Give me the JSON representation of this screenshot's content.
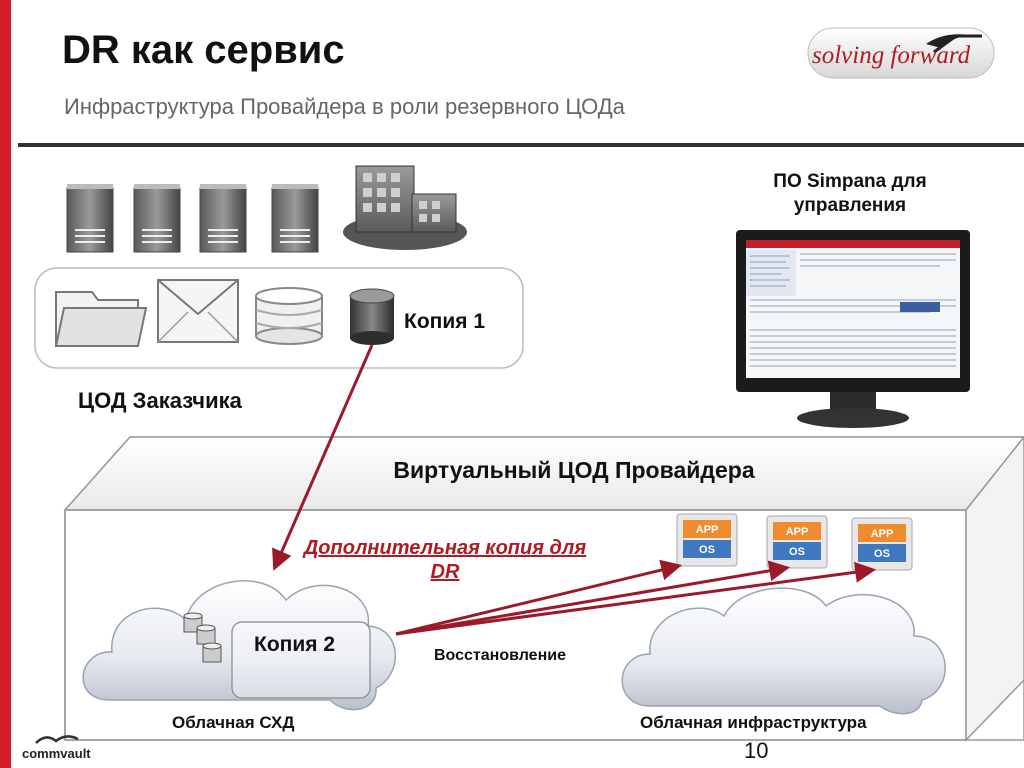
{
  "slide": {
    "title": "DR как сервис",
    "subtitle": "Инфраструктура Провайдера в роли резервного ЦОДа",
    "page_number": "10"
  },
  "branding": {
    "tagline": "solving forward",
    "vendor": "commvault",
    "accent_color": "#d21f26"
  },
  "diagram": {
    "management_tool_label": "ПО Simpana для управления",
    "customer_copy_label": "Копия 1",
    "customer_dc_label": "ЦОД Заказчика",
    "provider_dc_label": "Виртуальный ЦОД Провайдера",
    "additional_copy_label": "Дополнительная копия для DR",
    "cloud_copy_label": "Копия 2",
    "restore_label": "Восстановление",
    "cloud_storage_label": "Облачная СХД",
    "cloud_infra_label": "Облачная инфраструктура",
    "vm_tiles": [
      {
        "app": "APP",
        "os": "OS"
      },
      {
        "app": "APP",
        "os": "OS"
      },
      {
        "app": "APP",
        "os": "OS"
      }
    ],
    "icons": [
      "server-icon",
      "office-building-icon",
      "folder-icon",
      "envelope-icon",
      "database-icon",
      "monitor-icon",
      "cloud-icon",
      "vm-tile-icon"
    ],
    "arrow_color": "#9b1a2a"
  }
}
